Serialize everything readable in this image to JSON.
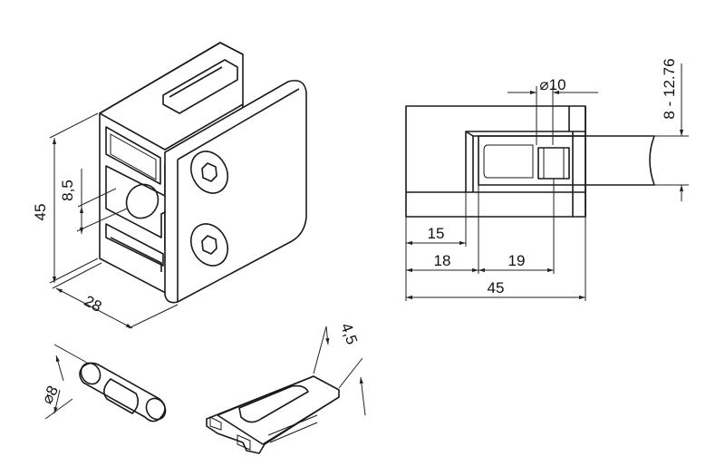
{
  "drawing": {
    "colors": {
      "background": "#ffffff",
      "line": "#1a1a1a",
      "glass": "#d9f5d5",
      "rubber": "#4a4a4a",
      "face": "#ffffff"
    },
    "iso_view": {
      "dimensions": {
        "height": "45",
        "hole_offset": "8,5",
        "depth": "28"
      }
    },
    "side_view": {
      "dimensions": {
        "pin_diameter": "⌀10",
        "glass_thickness": "8 - 12.76",
        "offset_15": "15",
        "offset_18": "18",
        "offset_19": "19",
        "overall_width": "45"
      }
    },
    "pin_part": {
      "dimensions": {
        "diameter": "⌀8"
      }
    },
    "pad_part": {
      "dimensions": {
        "thickness": "4,5"
      }
    }
  }
}
